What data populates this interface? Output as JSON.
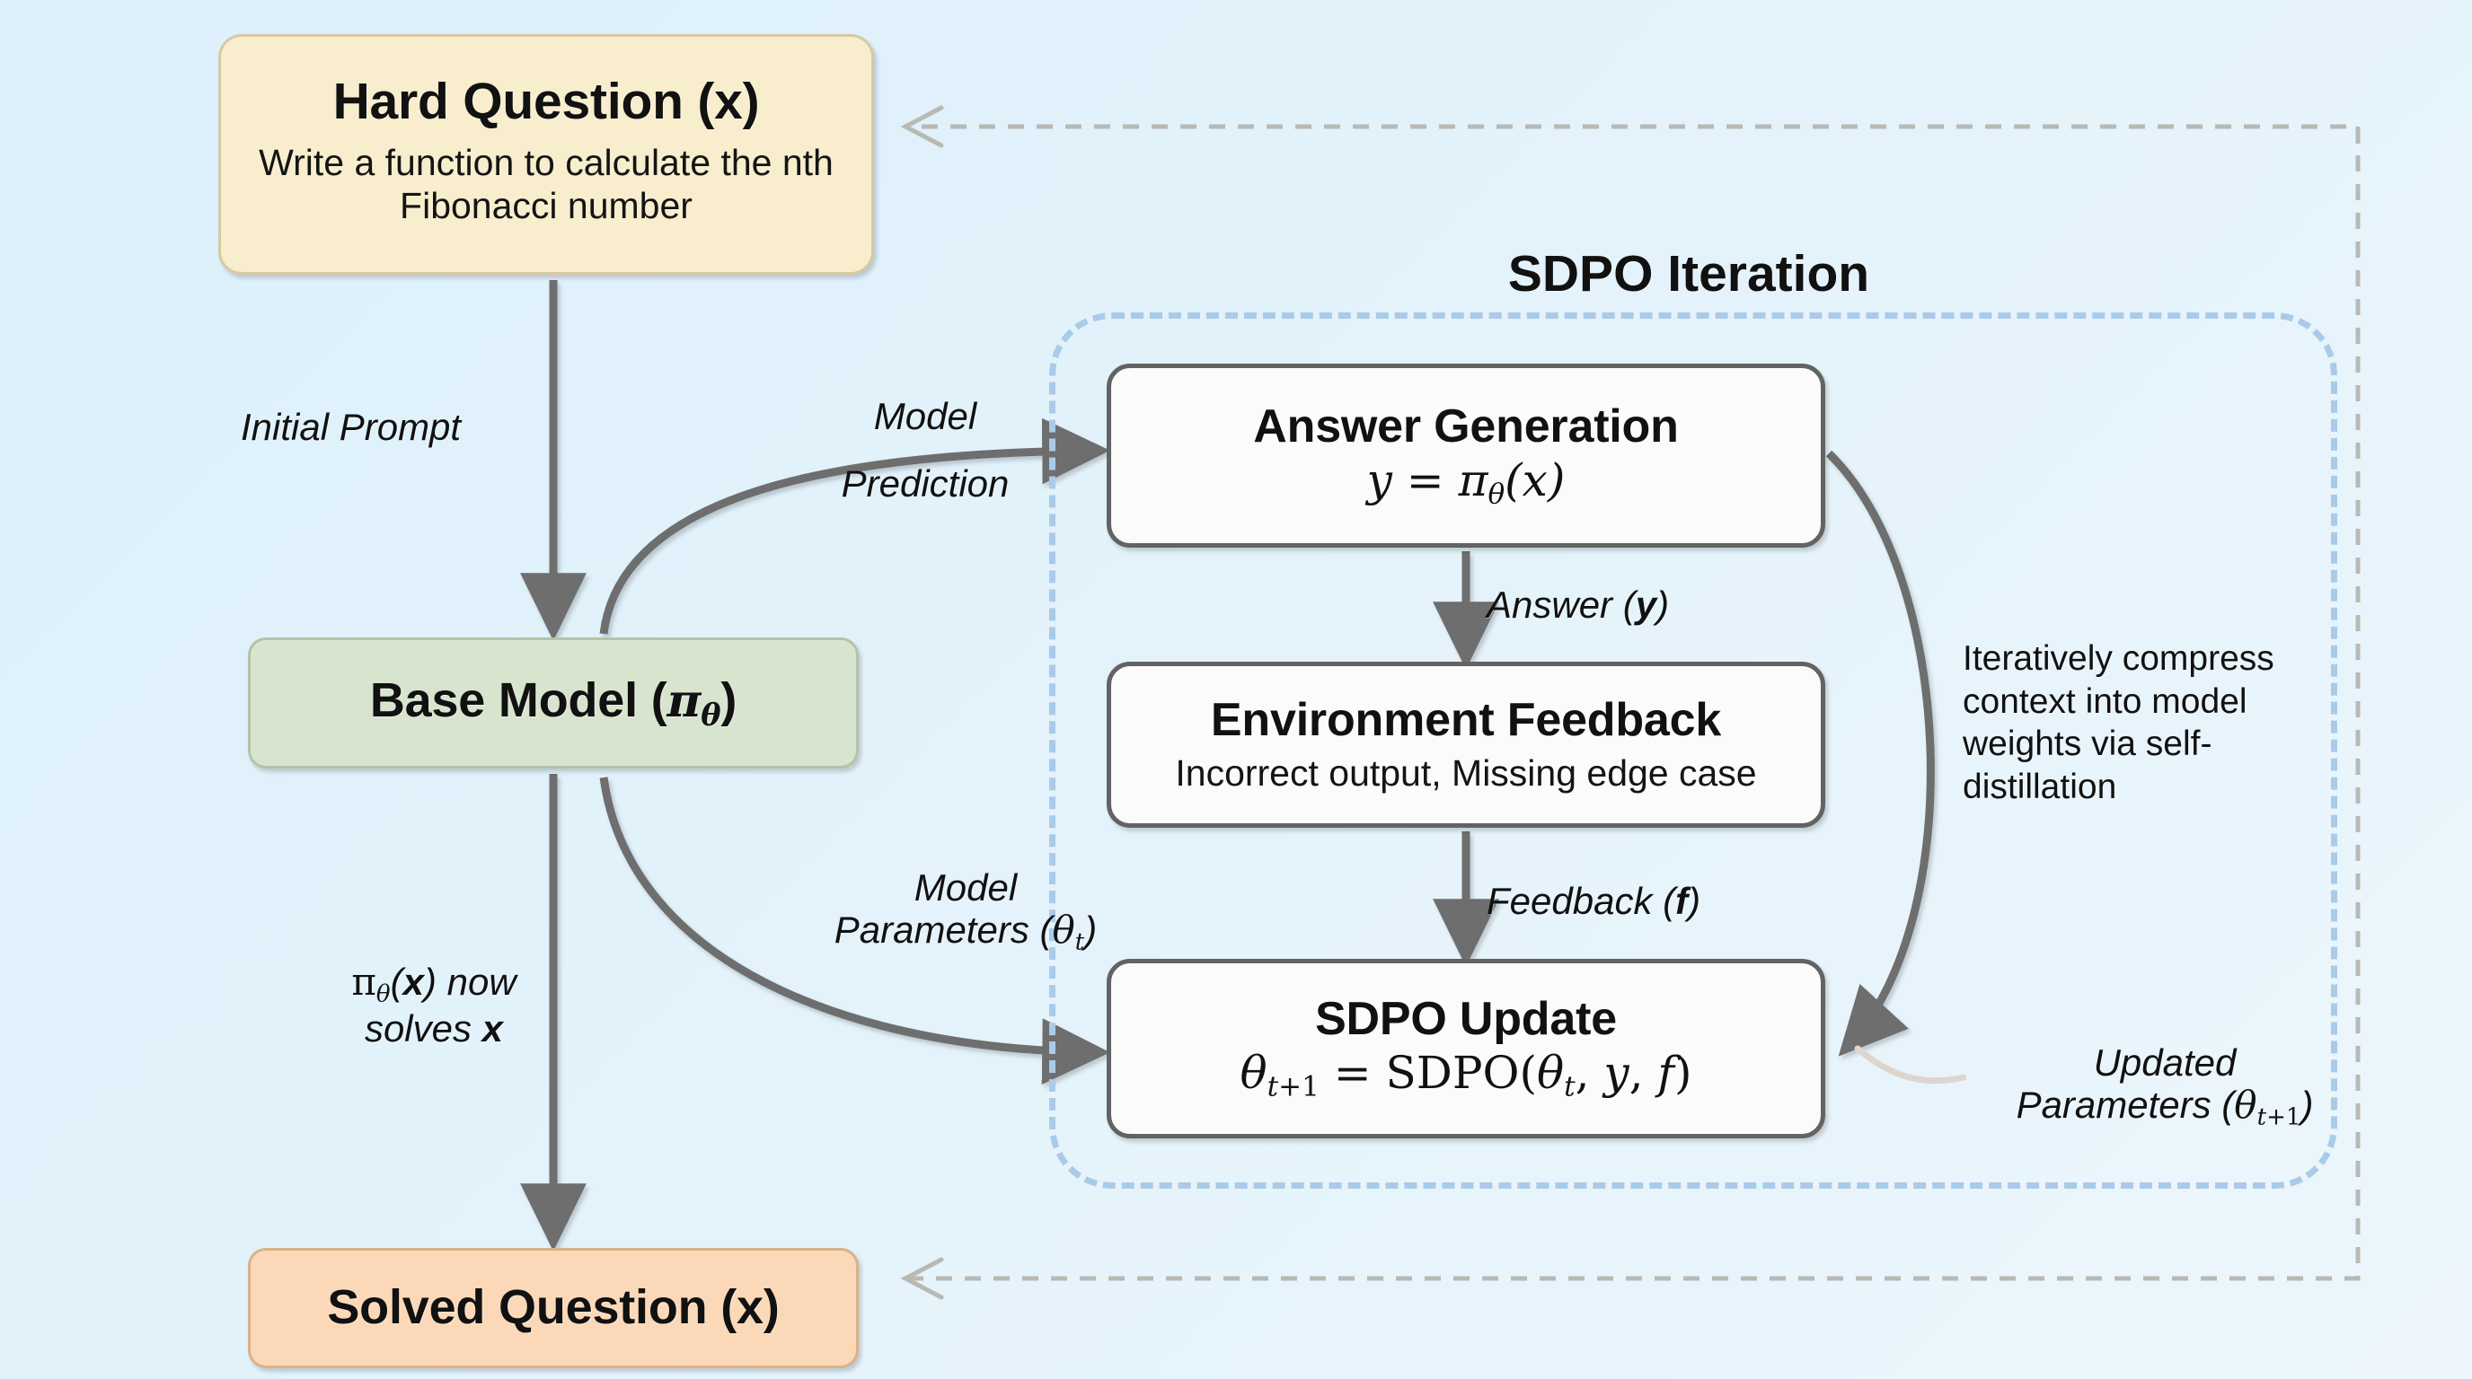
{
  "canvas": {
    "background": "#e3f2fb"
  },
  "nodes": {
    "hard_question": {
      "title": "Hard Question (x)",
      "body": "Write a function to calculate the nth Fibonacci number",
      "fill": "#f8eece",
      "border": "#d7c9a3"
    },
    "base_model": {
      "title_prefix": "Base Model (",
      "title_math": "π",
      "title_sub": "θ",
      "title_suffix": ")",
      "title_plain": "Base Model (πθ)",
      "fill": "#d8e5ce",
      "border": "#b4c4a8"
    },
    "solved_question": {
      "title": "Solved Question (x)",
      "fill": "#fbd9b8",
      "border": "#d9b288"
    },
    "answer_generation": {
      "title": "Answer Generation",
      "formula": "y = πθ(x)",
      "fill": "#fbfbfb",
      "border": "#636363"
    },
    "environment_feedback": {
      "title": "Environment Feedback",
      "body": "Incorrect output, Missing edge case",
      "fill": "#fbfbfb",
      "border": "#636363"
    },
    "sdpo_update": {
      "title": "SDPO Update",
      "formula": "θt+1 = SDPO(θt, y, f)",
      "fill": "#fbfbfb",
      "border": "#636363"
    }
  },
  "group": {
    "title": "SDPO Iteration",
    "border_color": "#aacbe8",
    "style": "dashed"
  },
  "edge_labels": {
    "initial_prompt": "Initial Prompt",
    "model_prediction_line1": "Model",
    "model_prediction_line2": "Prediction",
    "model_parameters_line1": "Model",
    "model_parameters_line2": "Parameters (θt)",
    "now_solves_line1": "πθ(x) now",
    "now_solves_line2": "solves x",
    "answer": "Answer (y)",
    "feedback": "Feedback (f)",
    "updated_parameters_line1": "Updated",
    "updated_parameters_line2": "Parameters (θt+1)",
    "self_distillation": "Iteratively compress context into model weights via self-distillation"
  },
  "colors": {
    "arrow_solid": "#6e6e6e",
    "arrow_dashed_gray": "#b9b9b4",
    "group_dashed_blue": "#aacbe8"
  }
}
